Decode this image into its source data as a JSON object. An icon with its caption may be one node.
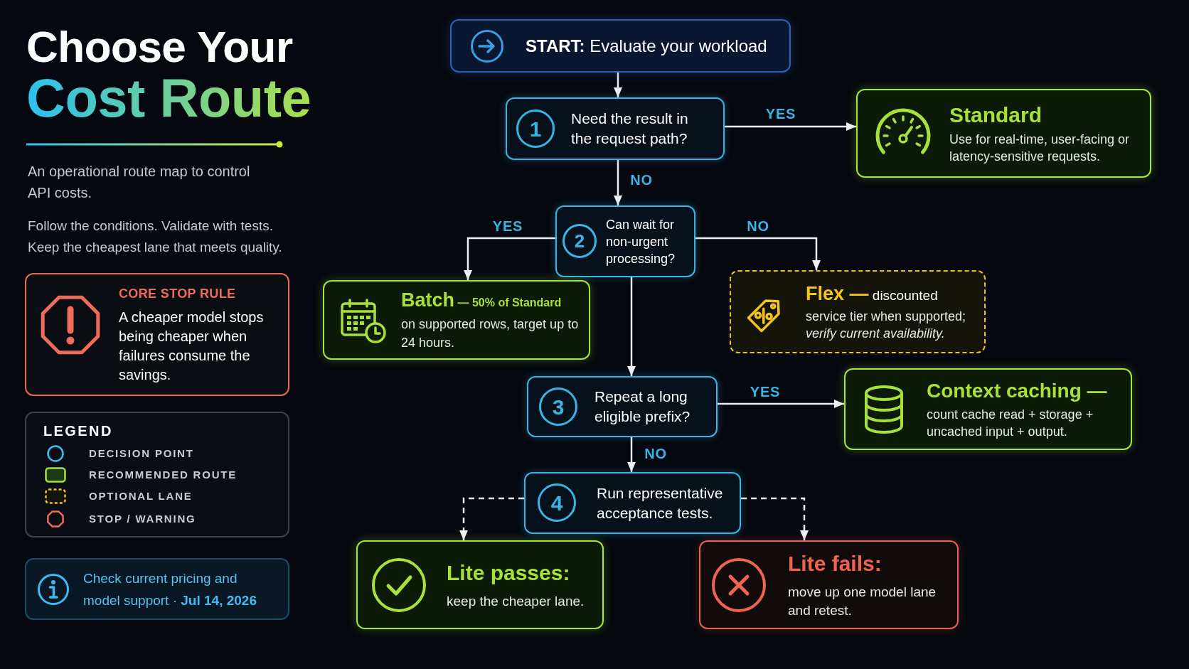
{
  "diagram": {
    "title": "Choose Your Cost Route",
    "nodes": [
      {
        "text": [
          "CORE STOP RULE",
          "A cheaper model stops being cheaper when failures consume the savings."
        ]
      },
      {
        "text": [
          "Check current pricing and model support · **Jul 14, 2026**"
        ]
      },
      {
        "text": [
          "**START:** Evaluate your workload"
        ]
      },
      {
        "text": [
          "Need the result in the request path?"
        ]
      },
      {
        "text": [
          "1"
        ],
        "in": 3
      },
      {
        "text": [
          "Standard",
          "Use for real-time, user-facing or latency-sensitive requests."
        ]
      },
      {
        "text": [
          "Can wait for non-urgent processing?"
        ]
      },
      {
        "text": [
          "2"
        ],
        "in": 6
      },
      {
        "text": [
          "**Batch** — 50% of Standard",
          "on supported rows, target up to 24 hours."
        ]
      },
      {
        "text": [
          "**Flex —** discounted",
          "service tier when supported; *verify current availability.*"
        ]
      },
      {
        "text": [
          "Repeat a long eligible prefix?"
        ]
      },
      {
        "text": [
          "3"
        ],
        "in": 10
      },
      {
        "text": [
          "Context caching —",
          "count cache read + storage + uncached input + output."
        ]
      },
      {
        "text": [
          "Run representative acceptance tests."
        ]
      },
      {
        "text": [
          "4"
        ],
        "in": 13
      },
      {
        "text": [
          "Lite passes:",
          "keep the cheaper lane."
        ]
      },
      {
        "text": [
          "Lite fails:",
          "move up one model lane and retest."
        ]
      }
    ],
    "edges": [
      {
        "from": 2,
        "to": 3,
        "arrow": "to"
      },
      {
        "from": 3,
        "to": 5,
        "arrow": "to",
        "label": "YES"
      },
      {
        "from": 3,
        "to": 6,
        "arrow": "to",
        "label": "NO"
      },
      {
        "from": 6,
        "to": 8,
        "arrow": "to",
        "label": "YES"
      },
      {
        "from": 6,
        "to": 9,
        "arrow": "to",
        "label": "NO"
      },
      {
        "from": 6,
        "to": 10,
        "arrow": "to"
      },
      {
        "from": 10,
        "to": 12,
        "arrow": "to",
        "label": "YES"
      },
      {
        "from": 10,
        "to": 13,
        "arrow": "to",
        "label": "NO"
      },
      {
        "from": 13,
        "to": 15,
        "arrow": "to",
        "style": "dashed"
      },
      {
        "from": 13,
        "to": 16,
        "arrow": "to",
        "style": "dashed"
      }
    ],
    "labels": [
      "An operational route map to control API costs.",
      "Follow the conditions. Validate with tests. Keep the cheapest lane that meets quality.",
      "LEGEND"
    ],
    "legend": [
      {
        "text": "DECISION POINT"
      },
      {
        "text": "RECOMMENDED ROUTE"
      },
      {
        "text": "OPTIONAL LANE"
      },
      {
        "text": "STOP / WARNING"
      }
    ]
  }
}
